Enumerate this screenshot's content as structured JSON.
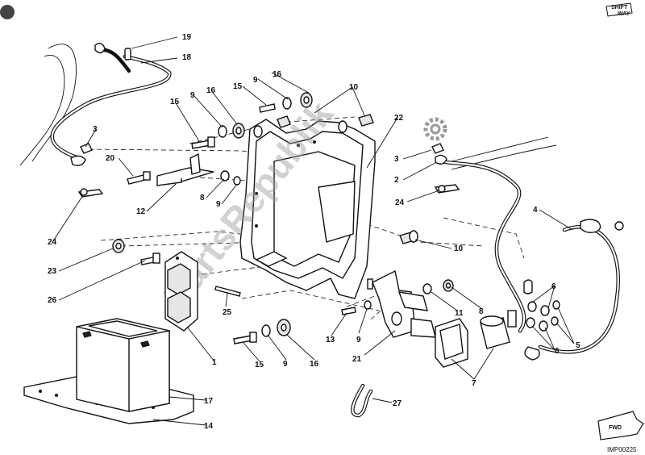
{
  "watermark": "PartsRepublik",
  "drawing_code": "IMP00225",
  "logo_text": [
    "SHIFT",
    "WAY"
  ],
  "fwd_label": "FWD",
  "callouts": [
    "19",
    "18",
    "16",
    "9",
    "15",
    "10",
    "16",
    "9",
    "15",
    "3",
    "22",
    "20",
    "3",
    "2",
    "12",
    "8",
    "9",
    "24",
    "4",
    "24",
    "10",
    "23",
    "26",
    "25",
    "1",
    "6",
    "8",
    "11",
    "5",
    "6",
    "13",
    "9",
    "21",
    "15",
    "9",
    "16",
    "7",
    "17",
    "14",
    "27"
  ]
}
